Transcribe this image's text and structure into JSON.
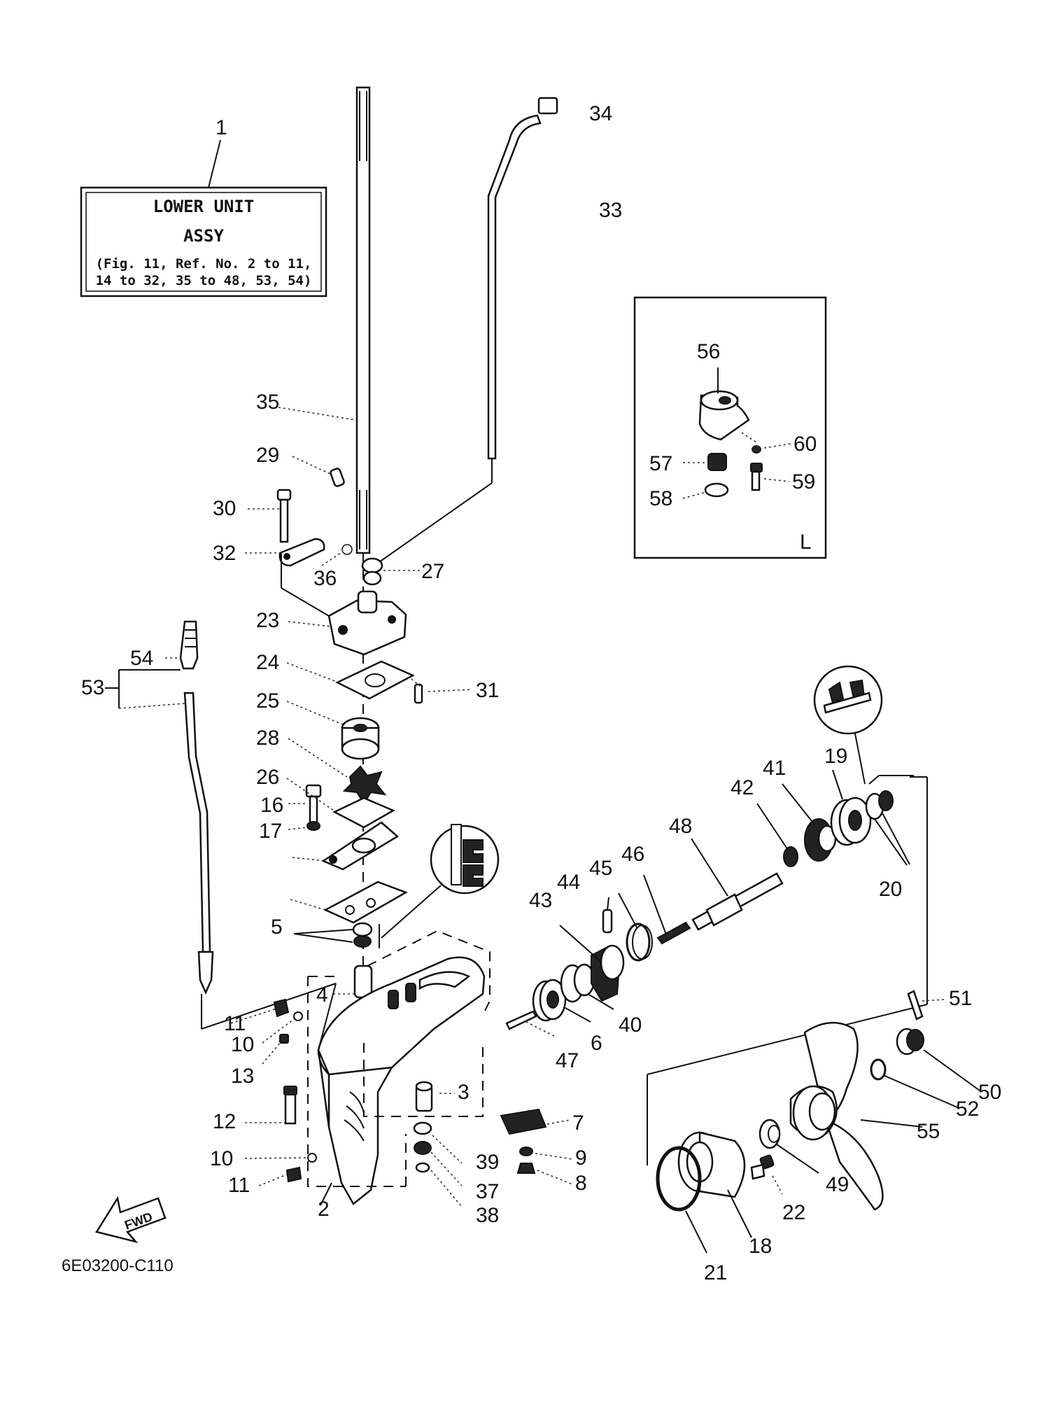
{
  "info_box": {
    "ref": "1",
    "line1": "LOWER UNIT",
    "line2": "ASSY",
    "line3": "(Fig. 11, Ref. No. 2 to 11,",
    "line4": "14 to 32, 35 to 48, 53, 54)"
  },
  "inset": {
    "corner_label": "L",
    "labels": {
      "p56": "56",
      "p57": "57",
      "p58": "58",
      "p59": "59",
      "p60": "60"
    }
  },
  "callouts": {
    "p2": "2",
    "p3": "3",
    "p4": "4",
    "p5": "5",
    "p6": "6",
    "p7": "7",
    "p8": "8",
    "p9": "9",
    "p10a": "10",
    "p10b": "10",
    "p11a": "11",
    "p11b": "11",
    "p12": "12",
    "p13": "13",
    "p16": "16",
    "p17": "17",
    "p18": "18",
    "p19": "19",
    "p20": "20",
    "p21": "21",
    "p22": "22",
    "p23": "23",
    "p24": "24",
    "p25": "25",
    "p26": "26",
    "p27": "27",
    "p28": "28",
    "p29": "29",
    "p30": "30",
    "p31": "31",
    "p32": "32",
    "p33": "33",
    "p34": "34",
    "p35": "35",
    "p36": "36",
    "p37": "37",
    "p38": "38",
    "p39": "39",
    "p40": "40",
    "p41": "41",
    "p42": "42",
    "p43": "43",
    "p44": "44",
    "p45": "45",
    "p46": "46",
    "p47": "47",
    "p48": "48",
    "p49": "49",
    "p50": "50",
    "p51": "51",
    "p52": "52",
    "p53": "53",
    "p54": "54",
    "p55": "55"
  },
  "fwd_label": "FWD",
  "drawing_code": "6E03200-C110"
}
